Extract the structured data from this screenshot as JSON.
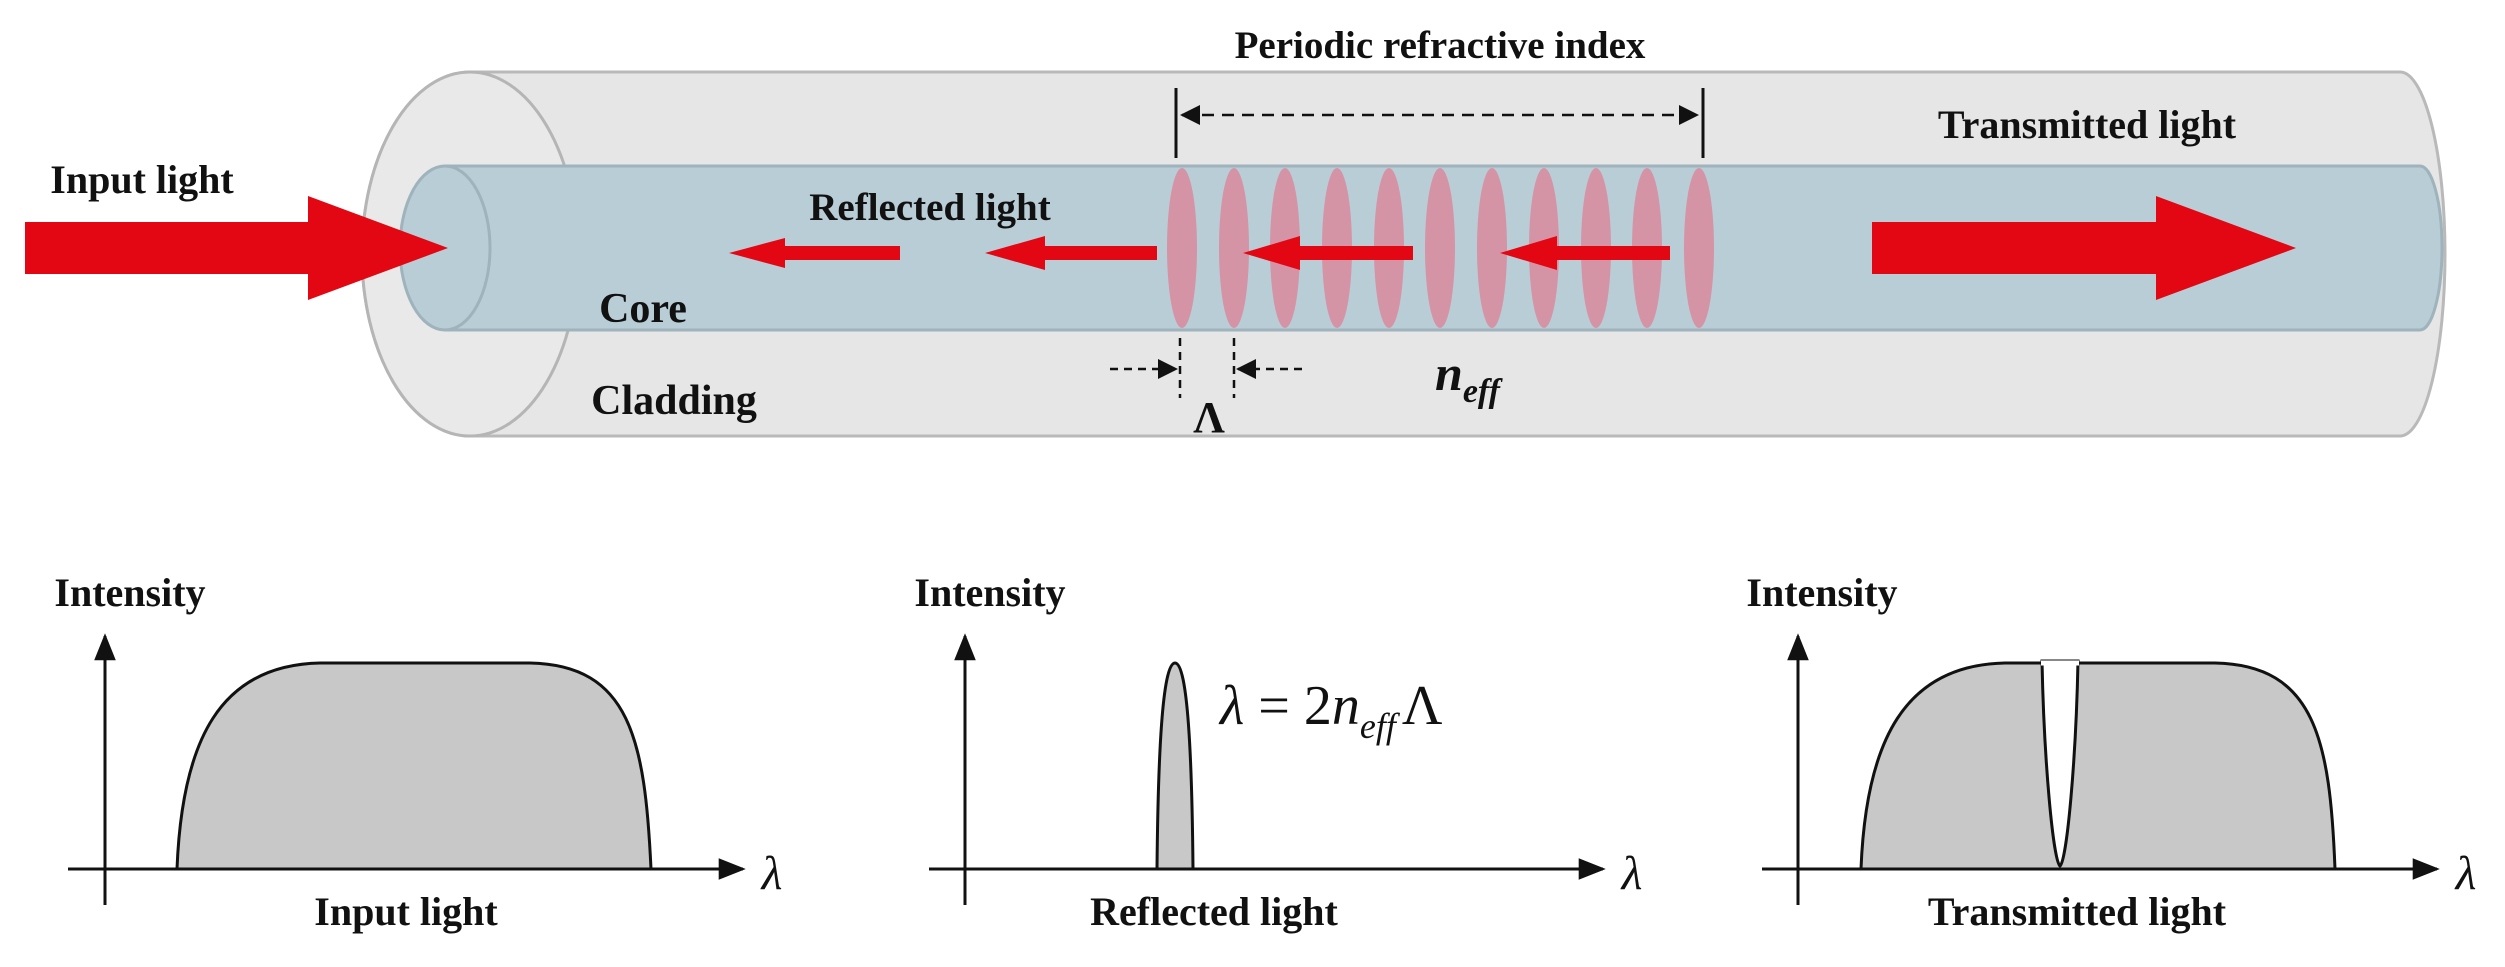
{
  "fiber": {
    "label_periodic": "Periodic refractive index",
    "label_transmitted": "Transmitted light",
    "label_input": "Input light",
    "label_reflected": "Reflected light",
    "label_core": "Core",
    "label_cladding": "Cladding",
    "label_period": "Λ",
    "label_neff_main": "n",
    "label_neff_sub": "eff"
  },
  "spectra": {
    "input": {
      "ylabel": "Intensity",
      "xlabel": "λ",
      "caption": "Input light"
    },
    "reflected": {
      "ylabel": "Intensity",
      "xlabel": "λ",
      "caption": "Reflected light",
      "eq_lambda": "λ",
      "eq_equals": "=",
      "eq_two": "2",
      "eq_n": "n",
      "eq_sub": "eff",
      "eq_period": "Λ"
    },
    "transmitted": {
      "ylabel": "Intensity",
      "xlabel": "λ",
      "caption": "Transmitted light"
    }
  },
  "colors": {
    "arrow": "#e30613",
    "core": "#b9cdd6",
    "cladding": "#e5e5e5",
    "grating": "#d98a9c",
    "spectrum_fill": "#c8c8c8"
  }
}
